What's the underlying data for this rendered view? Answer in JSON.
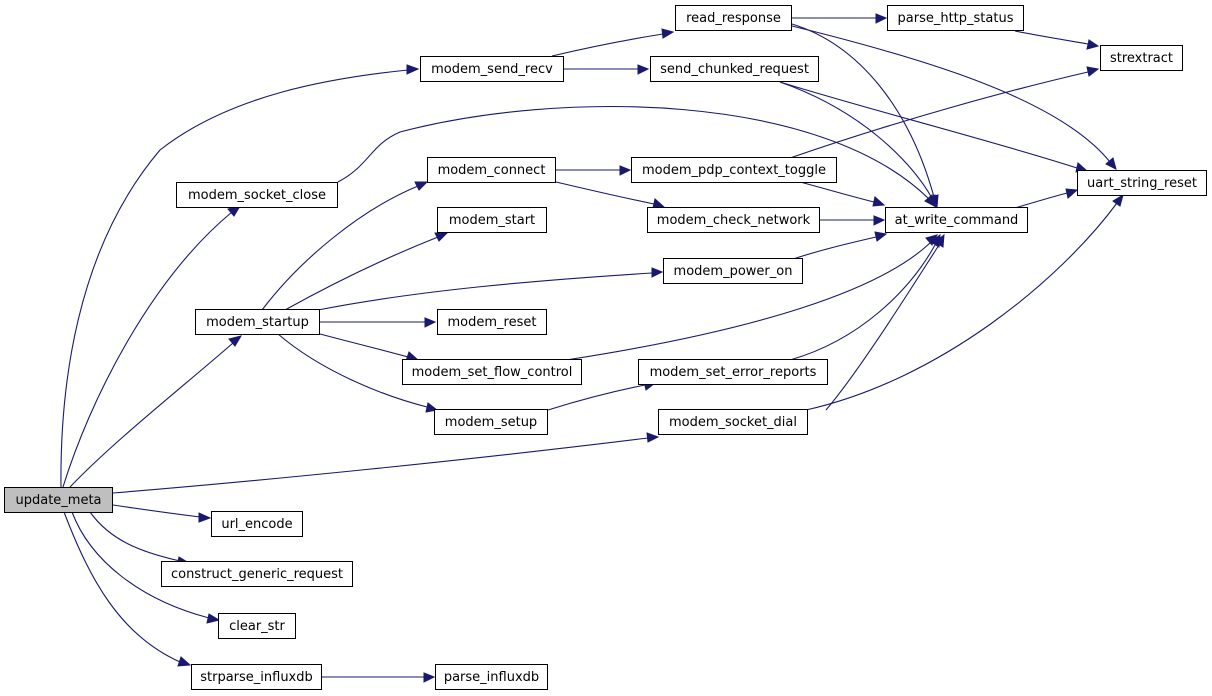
{
  "graph": {
    "root": "update_meta",
    "nodes": [
      {
        "id": "update_meta",
        "label": "update_meta",
        "root": true
      },
      {
        "id": "modem_send_recv",
        "label": "modem_send_recv"
      },
      {
        "id": "read_response",
        "label": "read_response"
      },
      {
        "id": "parse_http_status",
        "label": "parse_http_status"
      },
      {
        "id": "strextract",
        "label": "strextract"
      },
      {
        "id": "send_chunked_request",
        "label": "send_chunked_request"
      },
      {
        "id": "modem_socket_close",
        "label": "modem_socket_close"
      },
      {
        "id": "modem_connect",
        "label": "modem_connect"
      },
      {
        "id": "modem_pdp_context_toggle",
        "label": "modem_pdp_context_toggle"
      },
      {
        "id": "modem_check_network",
        "label": "modem_check_network"
      },
      {
        "id": "at_write_command",
        "label": "at_write_command"
      },
      {
        "id": "uart_string_reset",
        "label": "uart_string_reset"
      },
      {
        "id": "modem_start",
        "label": "modem_start"
      },
      {
        "id": "modem_power_on",
        "label": "modem_power_on"
      },
      {
        "id": "modem_startup",
        "label": "modem_startup"
      },
      {
        "id": "modem_reset",
        "label": "modem_reset"
      },
      {
        "id": "modem_set_flow_control",
        "label": "modem_set_flow_control"
      },
      {
        "id": "modem_set_error_reports",
        "label": "modem_set_error_reports"
      },
      {
        "id": "modem_setup",
        "label": "modem_setup"
      },
      {
        "id": "modem_socket_dial",
        "label": "modem_socket_dial"
      },
      {
        "id": "url_encode",
        "label": "url_encode"
      },
      {
        "id": "construct_generic_request",
        "label": "construct_generic_request"
      },
      {
        "id": "clear_str",
        "label": "clear_str"
      },
      {
        "id": "strparse_influxdb",
        "label": "strparse_influxdb"
      },
      {
        "id": "parse_influxdb",
        "label": "parse_influxdb"
      }
    ],
    "edges": [
      [
        "update_meta",
        "modem_send_recv"
      ],
      [
        "update_meta",
        "modem_socket_close"
      ],
      [
        "update_meta",
        "modem_startup"
      ],
      [
        "update_meta",
        "modem_socket_dial"
      ],
      [
        "update_meta",
        "url_encode"
      ],
      [
        "update_meta",
        "construct_generic_request"
      ],
      [
        "update_meta",
        "clear_str"
      ],
      [
        "update_meta",
        "strparse_influxdb"
      ],
      [
        "modem_send_recv",
        "read_response"
      ],
      [
        "modem_send_recv",
        "send_chunked_request"
      ],
      [
        "read_response",
        "parse_http_status"
      ],
      [
        "read_response",
        "at_write_command"
      ],
      [
        "read_response",
        "uart_string_reset"
      ],
      [
        "parse_http_status",
        "strextract"
      ],
      [
        "send_chunked_request",
        "at_write_command"
      ],
      [
        "send_chunked_request",
        "uart_string_reset"
      ],
      [
        "modem_socket_close",
        "at_write_command"
      ],
      [
        "modem_startup",
        "modem_connect"
      ],
      [
        "modem_startup",
        "modem_start"
      ],
      [
        "modem_startup",
        "modem_power_on"
      ],
      [
        "modem_startup",
        "modem_reset"
      ],
      [
        "modem_startup",
        "modem_set_flow_control"
      ],
      [
        "modem_startup",
        "modem_setup"
      ],
      [
        "modem_connect",
        "modem_pdp_context_toggle"
      ],
      [
        "modem_connect",
        "modem_check_network"
      ],
      [
        "modem_pdp_context_toggle",
        "at_write_command"
      ],
      [
        "modem_pdp_context_toggle",
        "strextract"
      ],
      [
        "modem_check_network",
        "at_write_command"
      ],
      [
        "modem_power_on",
        "at_write_command"
      ],
      [
        "modem_set_flow_control",
        "at_write_command"
      ],
      [
        "modem_setup",
        "modem_set_error_reports"
      ],
      [
        "modem_set_error_reports",
        "at_write_command"
      ],
      [
        "modem_socket_dial",
        "at_write_command"
      ],
      [
        "modem_socket_dial",
        "uart_string_reset"
      ],
      [
        "at_write_command",
        "uart_string_reset"
      ],
      [
        "strparse_influxdb",
        "parse_influxdb"
      ]
    ]
  }
}
